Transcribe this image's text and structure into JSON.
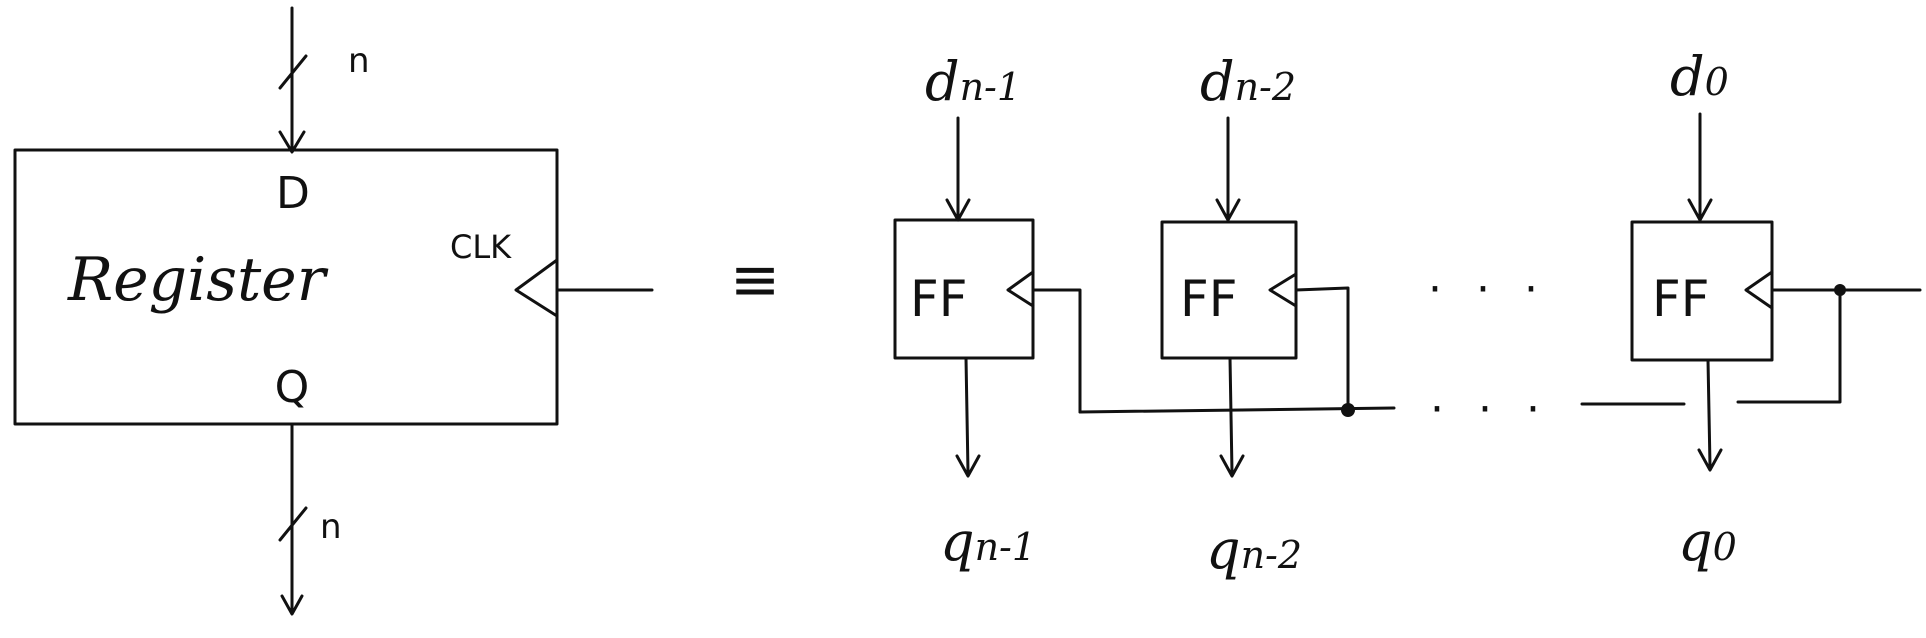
{
  "register": {
    "label": "Register",
    "d_label": "D",
    "q_label": "Q",
    "clk_label": "CLK",
    "bus_in_width": "n",
    "bus_out_width": "n"
  },
  "equiv_symbol": "≡",
  "flipflops": [
    {
      "label": "FF",
      "d_base": "d",
      "d_sub": "n-1",
      "q_base": "q",
      "q_sub": "n-1"
    },
    {
      "label": "FF",
      "d_base": "d",
      "d_sub": "n-2",
      "q_base": "q",
      "q_sub": "n-2"
    },
    {
      "label": "FF",
      "d_base": "d",
      "d_sub": "0",
      "q_base": "q",
      "q_sub": "0"
    }
  ],
  "ellipsis_top": "· · ·",
  "ellipsis_bottom": "· · ·"
}
